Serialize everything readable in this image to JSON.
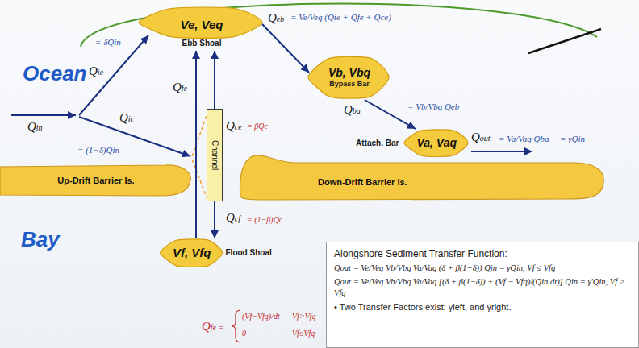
{
  "diagram": {
    "nodes": [
      {
        "text": [
          "Ve, Veq",
          "Ebb Shoal"
        ]
      },
      {
        "text": [
          "Vb, Vbq",
          "Bypass Bar"
        ]
      },
      {
        "text": [
          "Va, Vaq",
          "Attach. Bar"
        ]
      },
      {
        "text": [
          "Vf, Vfq",
          "Flood Shoal"
        ]
      },
      {
        "text": [
          "Channel"
        ]
      },
      {
        "text": [
          "Up-Drift Barrier Is."
        ]
      },
      {
        "text": [
          "Down-Drift Barrier Is."
        ]
      },
      {
        "text": [
          "Alongshore Sediment Transfer Function:",
          "Qout = Ve/Veq Vb/Vbq Va/Vaq (δ + β(1−δ)) Qin = γQin, Vf ≤ Vfq",
          "Qout = Ve/Veq Vb/Vbq Va/Vaq [(δ + β(1−δ)) + (Vf − Vfq)/(Qin dt)] Qin = γ′Qin, Vf > Vfq",
          "• Two Transfer Factors exist: γleft, and γright."
        ]
      }
    ],
    "edges": [
      {
        "from": 3,
        "to": 0,
        "arrow": "to",
        "label": "Qfe"
      },
      {
        "from": 4,
        "to": 0,
        "arrow": "to",
        "label": "Qce"
      },
      {
        "from": 4,
        "to": 3,
        "arrow": "to",
        "label": "Qcf"
      },
      {
        "from": 0,
        "to": 1,
        "arrow": "to",
        "label": "Qeb"
      },
      {
        "from": 1,
        "to": 2,
        "arrow": "to",
        "label": "Qba"
      }
    ],
    "labels": [
      "Ocean",
      "Bay",
      "Qin",
      "Qie",
      "= δQin",
      "Qic",
      "= (1−δ)Qin",
      "= βQc",
      "= (1−β)Qc",
      "= Ve/Veq (Qie + Qfe + Qce)",
      "= Vb/Vbq Qeb",
      "Qout",
      "= Va/Vaq Qba",
      "= γQin",
      "Qfe =",
      "(Vf−Vfq)/dt",
      "Vf>Vfq",
      "0",
      "Vf≤Vfq"
    ]
  }
}
